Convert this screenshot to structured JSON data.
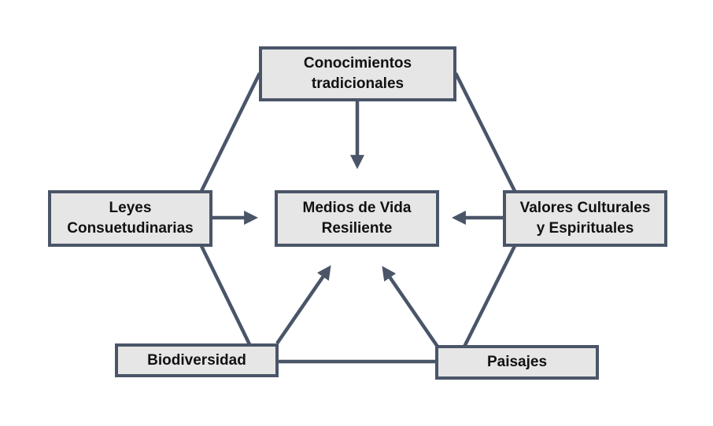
{
  "nodes": {
    "conocimientos": [
      "Conocimientos",
      "tradicionales"
    ],
    "medios": [
      "Medios de Vida",
      "Resiliente"
    ],
    "leyes": [
      "Leyes",
      "Consuetudinarias"
    ],
    "valores": [
      "Valores Culturales",
      "y Espirituales"
    ],
    "biodiversidad": [
      "Biodiversidad"
    ],
    "paisajes": [
      "Paisajes"
    ]
  },
  "colors": {
    "box_fill": "#e6e6e6",
    "line": "#4a5568"
  }
}
